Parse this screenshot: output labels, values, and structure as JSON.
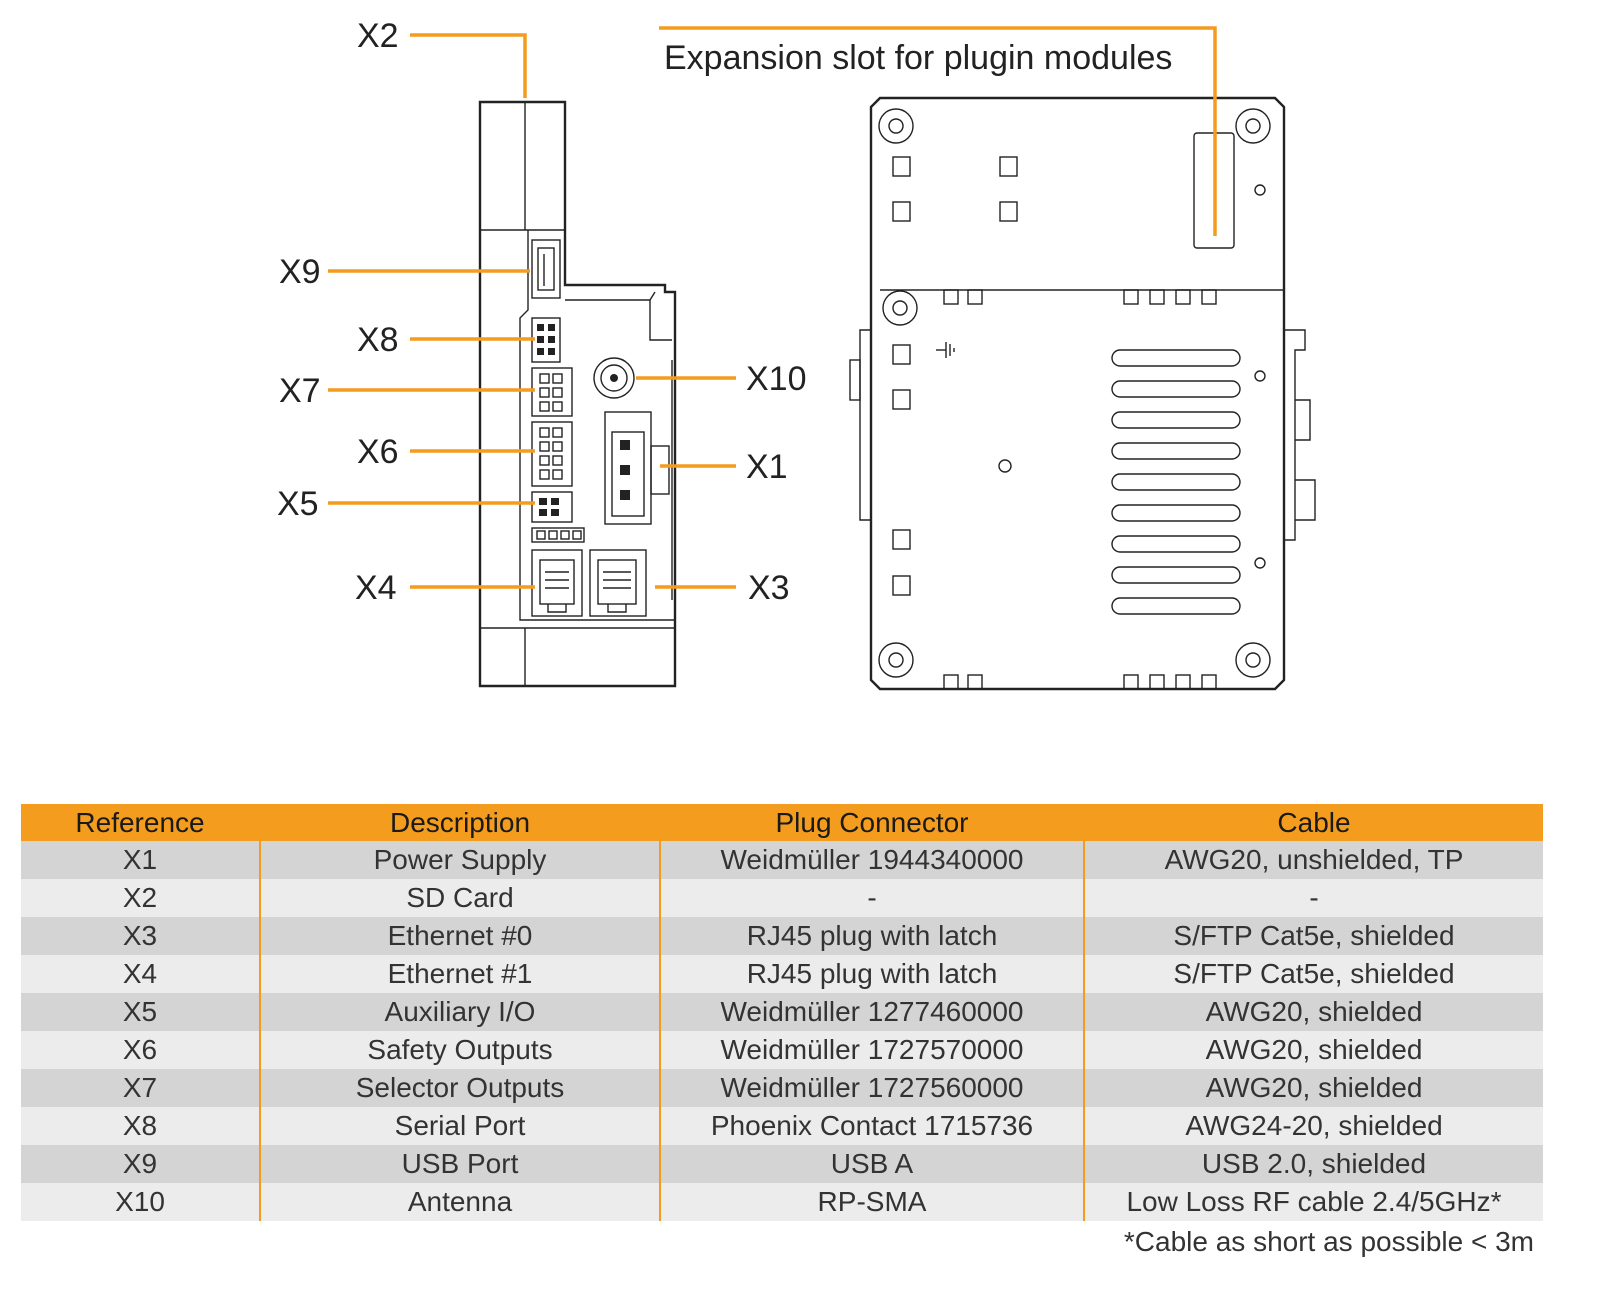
{
  "diagram": {
    "callouts": {
      "x2": "X2",
      "x9": "X9",
      "x8": "X8",
      "x7": "X7",
      "x6": "X6",
      "x5": "X5",
      "x4": "X4",
      "x10": "X10",
      "x1": "X1",
      "x3": "X3",
      "expansion": "Expansion slot for plugin modules"
    },
    "accent_color": "#f39c1e"
  },
  "table": {
    "headers": [
      "Reference",
      "Description",
      "Plug Connector",
      "Cable"
    ],
    "rows": [
      [
        "X1",
        "Power Supply",
        "Weidmüller 1944340000",
        "AWG20, unshielded, TP"
      ],
      [
        "X2",
        "SD Card",
        "-",
        "-"
      ],
      [
        "X3",
        "Ethernet #0",
        "RJ45 plug with latch",
        "S/FTP Cat5e, shielded"
      ],
      [
        "X4",
        "Ethernet #1",
        "RJ45 plug with latch",
        "S/FTP Cat5e, shielded"
      ],
      [
        "X5",
        "Auxiliary I/O",
        "Weidmüller 1277460000",
        "AWG20, shielded"
      ],
      [
        "X6",
        "Safety Outputs",
        "Weidmüller 1727570000",
        "AWG20, shielded"
      ],
      [
        "X7",
        "Selector Outputs",
        "Weidmüller 1727560000",
        "AWG20, shielded"
      ],
      [
        "X8",
        "Serial Port",
        "Phoenix Contact 1715736",
        "AWG24-20, shielded"
      ],
      [
        "X9",
        "USB Port",
        "USB A",
        "USB 2.0, shielded"
      ],
      [
        "X10",
        "Antenna",
        "RP-SMA",
        "Low Loss RF cable 2.4/5GHz*"
      ]
    ],
    "header_color": "#f39c1e",
    "row_color_dark": "#d4d4d4",
    "row_color_light": "#ececec"
  },
  "footnote": "*Cable as short as possible < 3m"
}
